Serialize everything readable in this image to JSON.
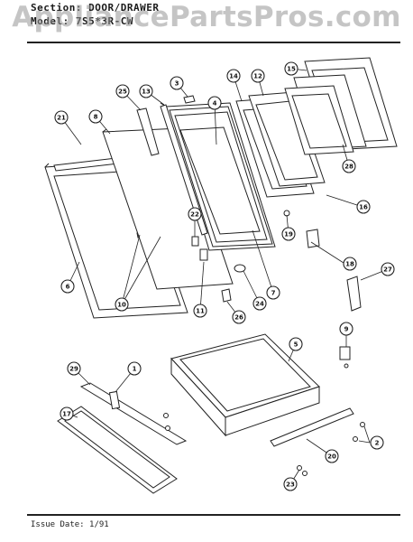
{
  "header": {
    "line1": "Section: DOOR/DRAWER",
    "line2": "Model: 7S5*3R-CW",
    "watermark": "AppliancePartsPros.com"
  },
  "footer": {
    "issue_date": "Issue Date: 1/91"
  },
  "callouts": [
    "1",
    "2",
    "3",
    "4",
    "5",
    "6",
    "7",
    "8",
    "9",
    "10",
    "11",
    "12",
    "13",
    "14",
    "15",
    "16",
    "17",
    "18",
    "19",
    "20",
    "21",
    "22",
    "23",
    "24",
    "25",
    "26",
    "27",
    "28",
    "29"
  ]
}
